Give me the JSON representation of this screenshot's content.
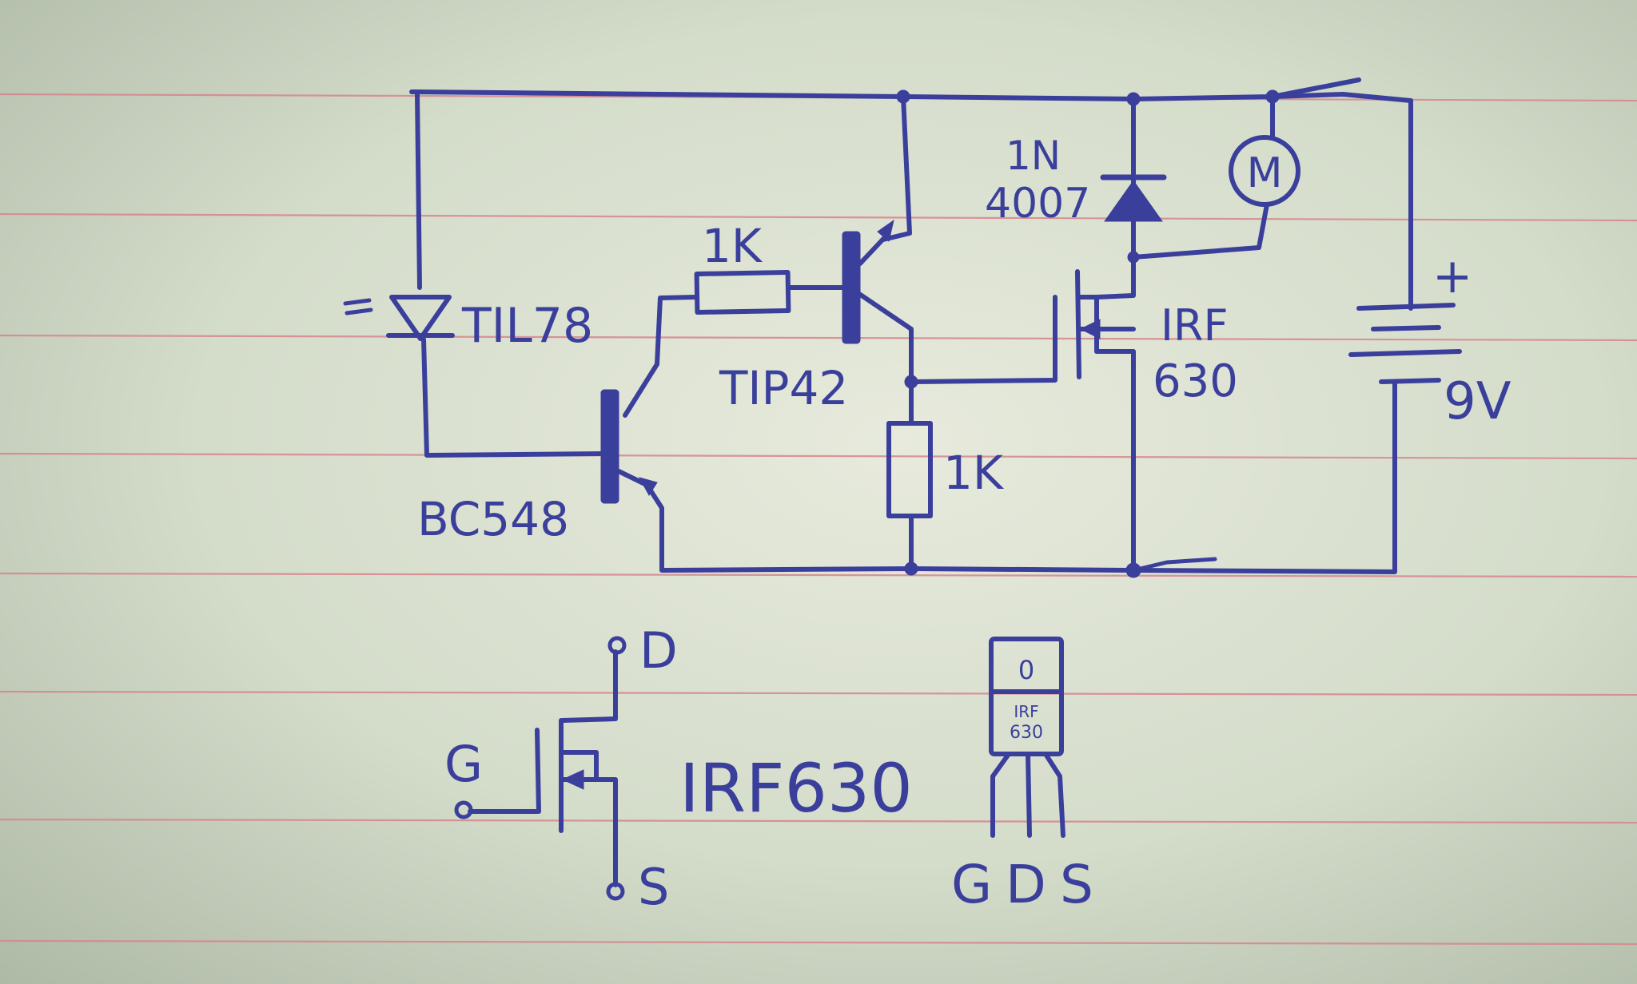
{
  "colors": {
    "ink": "#3a3f9c",
    "paper": "#e3e7d8",
    "rule": "#d6868c"
  },
  "circuit": {
    "led_label": "TIL78",
    "q1_label": "BC548",
    "q2_label": "TIP42",
    "r1_label": "1K",
    "r2_label": "1K",
    "diode_label_line1": "1N",
    "diode_label_line2": "4007",
    "motor_label": "M",
    "mosfet_label_line1": "IRF",
    "mosfet_label_line2": "630",
    "battery_plus": "+",
    "battery_label": "9V"
  },
  "mosfet_symbol": {
    "drain": "D",
    "gate": "G",
    "source": "S",
    "part": "IRF630"
  },
  "package": {
    "hole": "0",
    "text_line1": "IRF",
    "text_line2": "630",
    "pin_g": "G",
    "pin_d": "D",
    "pin_s": "S"
  }
}
